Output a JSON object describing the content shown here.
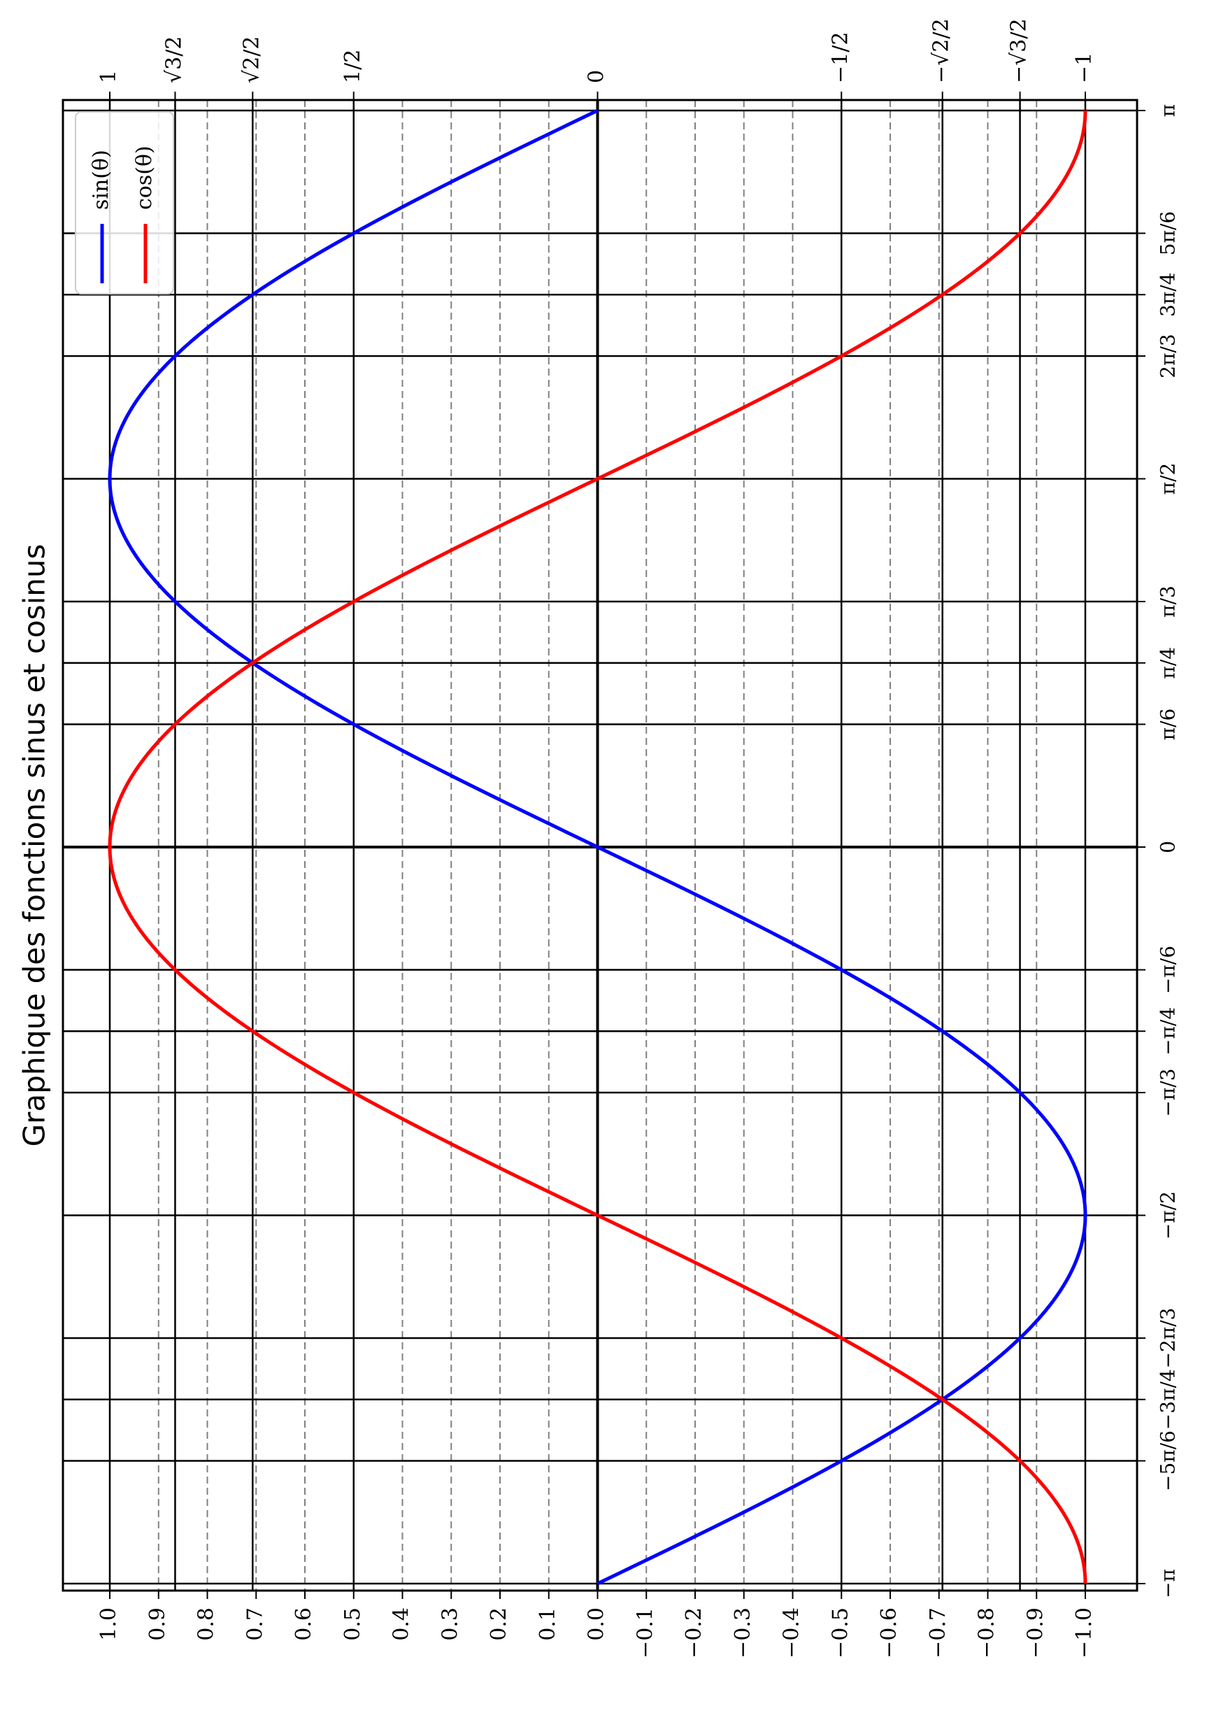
{
  "chart_data": {
    "type": "line",
    "orientation": "rotated-90-ccw",
    "title": "Graphique des fonctions sinus et cosinus",
    "xlabel": "",
    "ylabel": "",
    "xlim": [
      -3.14159265,
      3.14159265
    ],
    "ylim": [
      -1.05,
      1.05
    ],
    "x_ticks": [
      {
        "value": -3.14159265,
        "label": "−π"
      },
      {
        "value": -2.61799388,
        "label": "−5π/6"
      },
      {
        "value": -2.35619449,
        "label": "−3π/4"
      },
      {
        "value": -2.0943951,
        "label": "−2π/3"
      },
      {
        "value": -1.57079633,
        "label": "−π/2"
      },
      {
        "value": -1.04719755,
        "label": "−π/3"
      },
      {
        "value": -0.78539816,
        "label": "−π/4"
      },
      {
        "value": -0.52359878,
        "label": "−π/6"
      },
      {
        "value": 0,
        "label": "0"
      },
      {
        "value": 0.52359878,
        "label": "π/6"
      },
      {
        "value": 0.78539816,
        "label": "π/4"
      },
      {
        "value": 1.04719755,
        "label": "π/3"
      },
      {
        "value": 1.57079633,
        "label": "π/2"
      },
      {
        "value": 2.0943951,
        "label": "2π/3"
      },
      {
        "value": 2.35619449,
        "label": "3π/4"
      },
      {
        "value": 2.61799388,
        "label": "5π/6"
      },
      {
        "value": 3.14159265,
        "label": "π"
      }
    ],
    "y_ticks_primary": [
      {
        "value": 1.0,
        "label": "1.0"
      },
      {
        "value": 0.9,
        "label": "0.9"
      },
      {
        "value": 0.8,
        "label": "0.8"
      },
      {
        "value": 0.7,
        "label": "0.7"
      },
      {
        "value": 0.6,
        "label": "0.6"
      },
      {
        "value": 0.5,
        "label": "0.5"
      },
      {
        "value": 0.4,
        "label": "0.4"
      },
      {
        "value": 0.3,
        "label": "0.3"
      },
      {
        "value": 0.2,
        "label": "0.2"
      },
      {
        "value": 0.1,
        "label": "0.1"
      },
      {
        "value": 0.0,
        "label": "0.0"
      },
      {
        "value": -0.1,
        "label": "−0.1"
      },
      {
        "value": -0.2,
        "label": "−0.2"
      },
      {
        "value": -0.3,
        "label": "−0.3"
      },
      {
        "value": -0.4,
        "label": "−0.4"
      },
      {
        "value": -0.5,
        "label": "−0.5"
      },
      {
        "value": -0.6,
        "label": "−0.6"
      },
      {
        "value": -0.7,
        "label": "−0.7"
      },
      {
        "value": -0.8,
        "label": "−0.8"
      },
      {
        "value": -0.9,
        "label": "−0.9"
      },
      {
        "value": -1.0,
        "label": "−1.0"
      }
    ],
    "y_ticks_secondary": [
      {
        "value": 1.0,
        "label": "1"
      },
      {
        "value": 0.8660254,
        "label": "√3/2"
      },
      {
        "value": 0.70710678,
        "label": "√2/2"
      },
      {
        "value": 0.5,
        "label": "1/2"
      },
      {
        "value": 0.0,
        "label": "0"
      },
      {
        "value": -0.5,
        "label": "−1/2"
      },
      {
        "value": -0.70710678,
        "label": "−√2/2"
      },
      {
        "value": -0.8660254,
        "label": "−√3/2"
      },
      {
        "value": -1.0,
        "label": "−1"
      }
    ],
    "grid": {
      "major_vertical_at_x_ticks": true,
      "major_horizontal_at_secondary_ticks": true,
      "minor_dashed_horizontal_every": 0.1
    },
    "legend": {
      "placement": "top-right"
    },
    "series": [
      {
        "name": "sin(θ)",
        "function": "sin",
        "color": "#0000ff",
        "x": [
          -3.14159,
          -2.61799,
          -2.35619,
          -2.0944,
          -1.5708,
          -1.0472,
          -0.7854,
          -0.5236,
          0,
          0.5236,
          0.7854,
          1.0472,
          1.5708,
          2.0944,
          2.35619,
          2.61799,
          3.14159
        ],
        "values": [
          0.0,
          -0.5,
          -0.7071,
          -0.866,
          -1.0,
          -0.866,
          -0.7071,
          -0.5,
          0.0,
          0.5,
          0.7071,
          0.866,
          1.0,
          0.866,
          0.7071,
          0.5,
          0.0
        ]
      },
      {
        "name": "cos(θ)",
        "function": "cos",
        "color": "#ff0000",
        "x": [
          -3.14159,
          -2.61799,
          -2.35619,
          -2.0944,
          -1.5708,
          -1.0472,
          -0.7854,
          -0.5236,
          0,
          0.5236,
          0.7854,
          1.0472,
          1.5708,
          2.0944,
          2.35619,
          2.61799,
          3.14159
        ],
        "values": [
          -1.0,
          -0.866,
          -0.7071,
          -0.5,
          0.0,
          0.5,
          0.7071,
          0.866,
          1.0,
          0.866,
          0.7071,
          0.5,
          0.0,
          -0.5,
          -0.7071,
          -0.866,
          -1.0
        ]
      }
    ]
  }
}
